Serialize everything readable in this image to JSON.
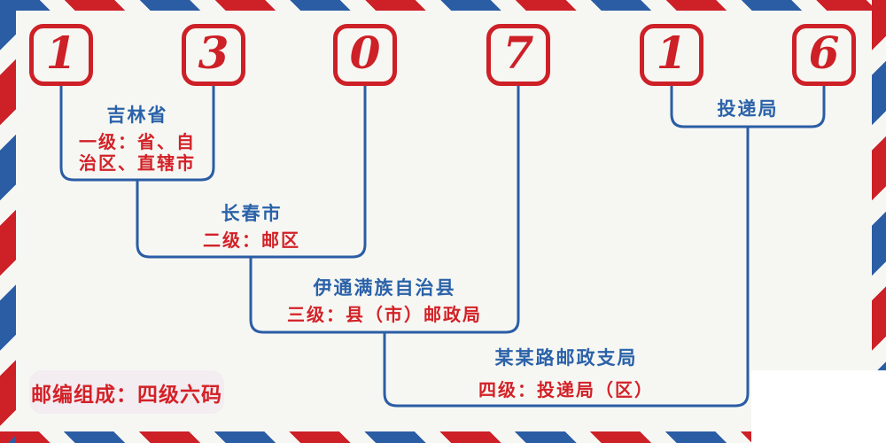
{
  "diagram": {
    "postal_code_digits": [
      "1",
      "3",
      "0",
      "7",
      "1",
      "6"
    ],
    "levels": [
      {
        "place": "吉林省",
        "level_desc": "一级：省、自\n治区、直辖市"
      },
      {
        "place": "长春市",
        "level_desc": "二级：邮区"
      },
      {
        "place": "伊通满族自治县",
        "level_desc": "三级：县（市）邮政局"
      },
      {
        "place": "某某路邮政支局",
        "level_desc": "四级：投递局（区）"
      },
      {
        "place": "投递局"
      }
    ],
    "badge_text": "邮编组成：四级六码"
  },
  "colors": {
    "stripe_red": "#cd2027",
    "stripe_blue": "#2b5da5",
    "line_blue": "#2b5da5",
    "text_blue": "#2b62a9",
    "text_red": "#d32127",
    "background": "#f6f7f3",
    "badge_bg": "#f3edf1",
    "watermark_cover": "#ffffff"
  }
}
